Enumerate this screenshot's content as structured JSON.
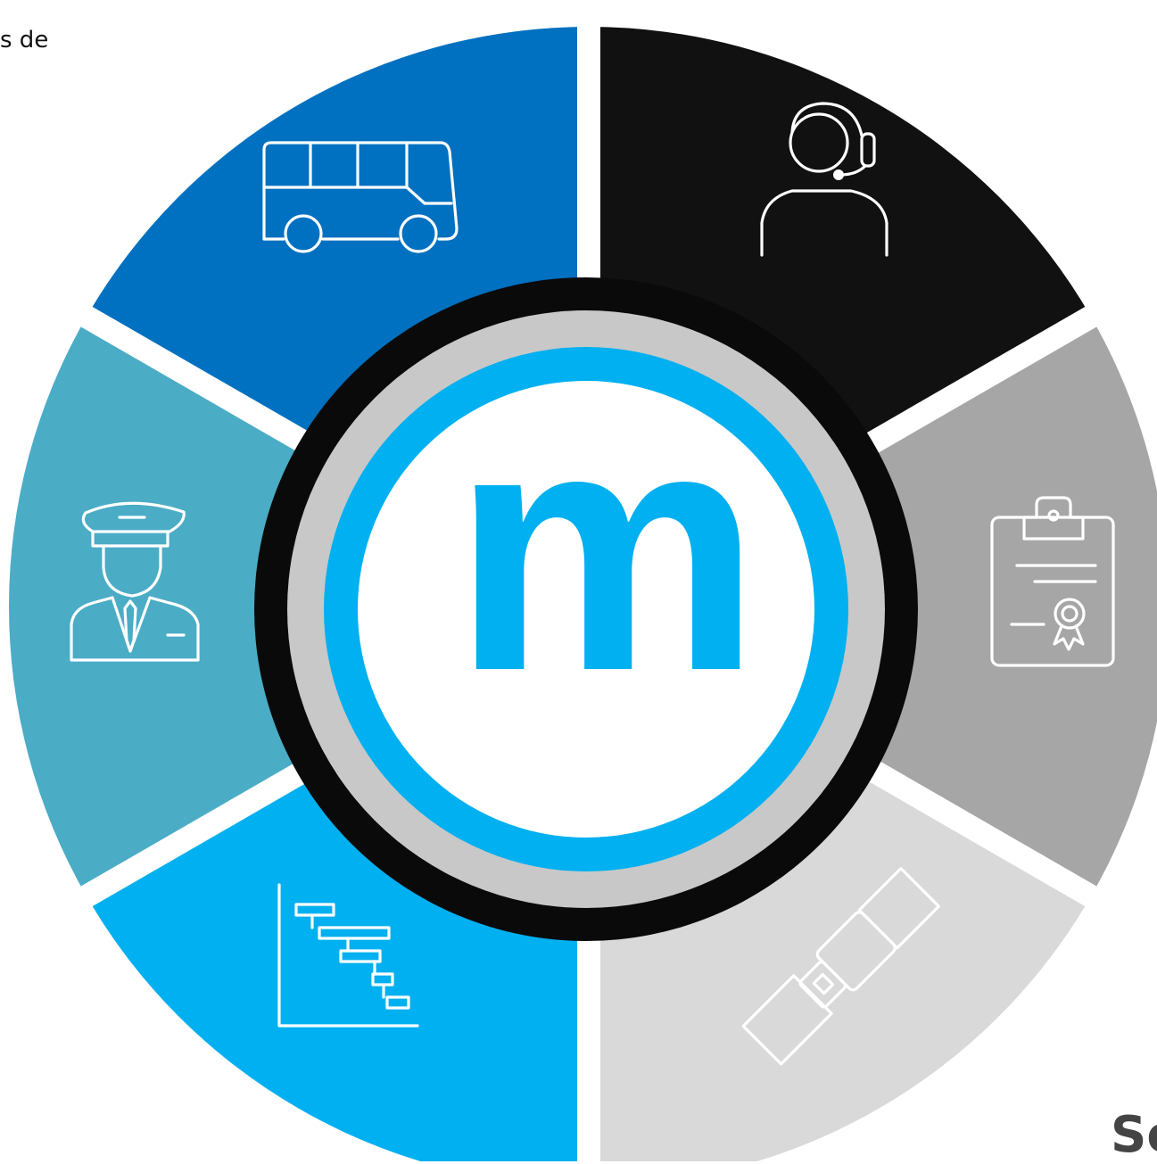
{
  "fragments": {
    "top_left": "s de",
    "bottom_right": "Sc"
  },
  "logo": {
    "letter": "m"
  },
  "colors": {
    "bus_segment": "#0070C0",
    "support_segment": "#111111",
    "certificate_segment": "#A6A6A6",
    "seatbelt_segment": "#D9D9D9",
    "planning_segment": "#00B0F0",
    "driver_segment": "#4BACC6",
    "ring_outer": "#0a0a0a",
    "ring_middle": "#C8C8C8",
    "ring_inner": "#00B0F0",
    "logo_color": "#00B0F0"
  },
  "segments": [
    {
      "id": "bus",
      "icon": "bus-icon"
    },
    {
      "id": "support",
      "icon": "headset-agent-icon"
    },
    {
      "id": "certificate",
      "icon": "certificate-clipboard-icon"
    },
    {
      "id": "seatbelt",
      "icon": "seatbelt-icon"
    },
    {
      "id": "planning",
      "icon": "gantt-chart-icon"
    },
    {
      "id": "driver",
      "icon": "driver-captain-icon"
    }
  ]
}
